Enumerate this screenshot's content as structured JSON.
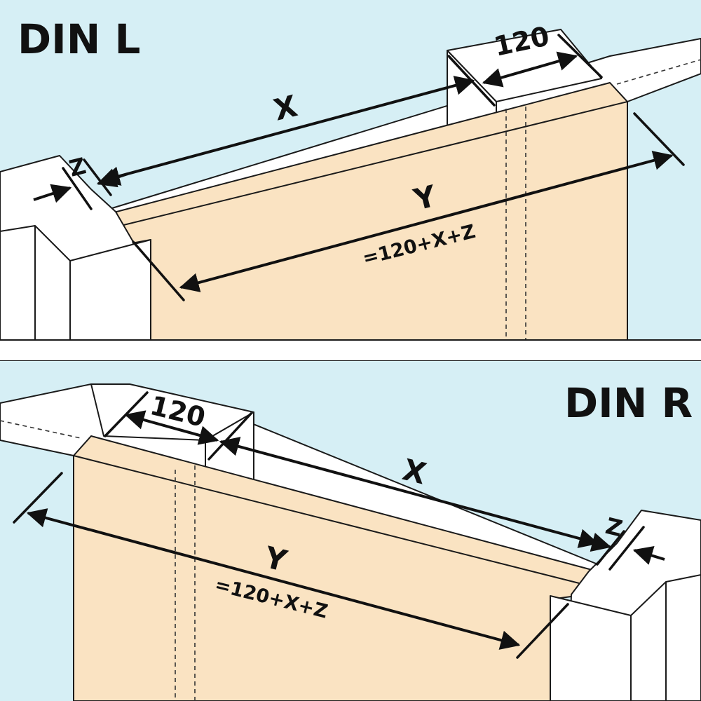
{
  "din_l": {
    "title": "DIN L",
    "width_label": "120",
    "x_label": "X",
    "y_label": "Y",
    "z_label": "Z",
    "formula": "=120+X+Z"
  },
  "din_r": {
    "title": "DIN R",
    "width_label": "120",
    "x_label": "X",
    "y_label": "Y",
    "z_label": "Z",
    "formula": "=120+X+Z"
  },
  "colors": {
    "sky": "#d6eff5",
    "door_panel": "#fae3c2",
    "wall": "#ffffff",
    "lines": "#111111"
  }
}
